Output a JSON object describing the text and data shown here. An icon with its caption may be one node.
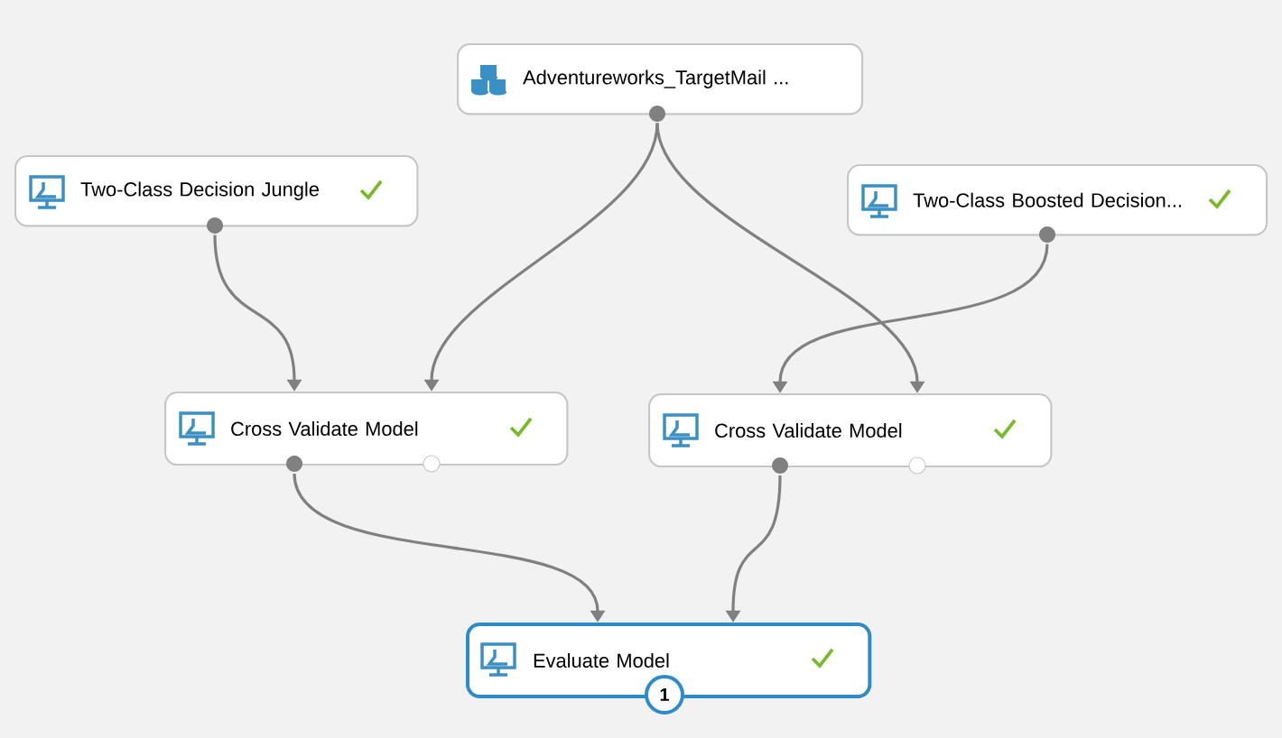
{
  "diagram": {
    "nodes": [
      {
        "text": [
          "Adventureworks_TargetMail ..."
        ]
      },
      {
        "text": [
          "Two-Class Decision Jungle"
        ]
      },
      {
        "text": [
          "Two-Class Boosted Decision..."
        ]
      },
      {
        "text": [
          "Cross Validate Model"
        ]
      },
      {
        "text": [
          "Cross Validate Model"
        ]
      },
      {
        "text": [
          "Evaluate Model"
        ]
      }
    ],
    "edges": [
      {
        "from": 1,
        "to": 3,
        "arrow": "to"
      },
      {
        "from": 0,
        "to": 3,
        "arrow": "to"
      },
      {
        "from": 0,
        "to": 4,
        "arrow": "to"
      },
      {
        "from": 2,
        "to": 4,
        "arrow": "to"
      },
      {
        "from": 3,
        "to": 5,
        "arrow": "to"
      },
      {
        "from": 4,
        "to": 5,
        "arrow": "to"
      }
    ],
    "labels": [
      "1"
    ]
  }
}
